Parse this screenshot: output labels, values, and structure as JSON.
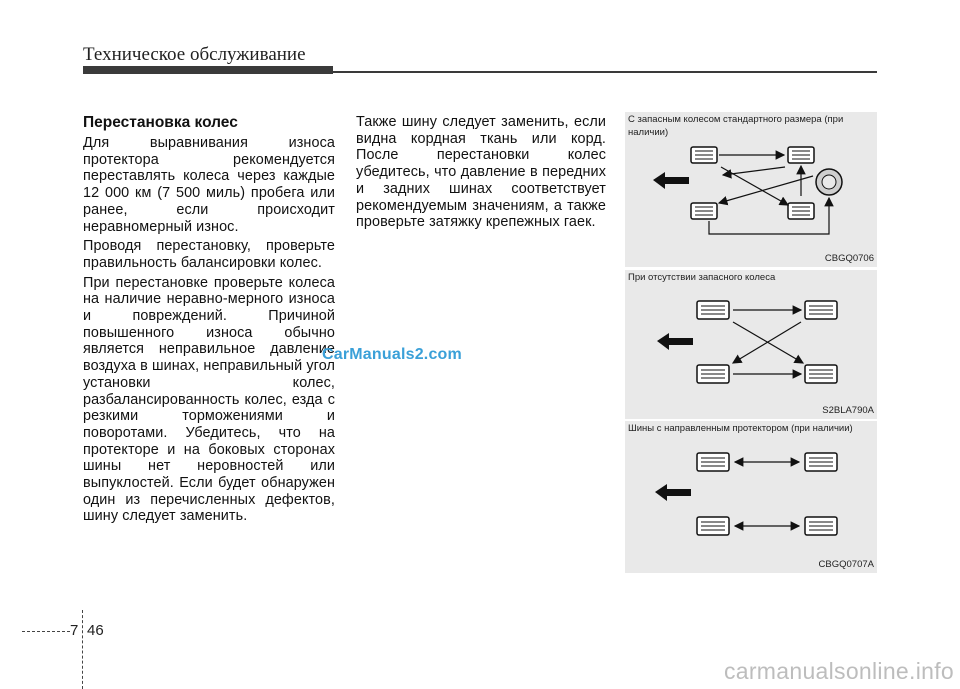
{
  "header": {
    "title": "Техническое обслуживание"
  },
  "section": {
    "title": "Перестановка колес",
    "left_paragraphs": [
      "Для выравнивания износа протектора рекомендуется переставлять колеса через каждые 12 000 км (7 500 миль) пробега или ранее, если происходит неравномерный износ.",
      "Проводя перестановку, проверьте правильность балансировки колес.",
      "При перестановке проверьте колеса на наличие неравно-мерного износа и повреждений. Причиной повышенного износа обычно является неправильное давление воздуха в шинах, неправильный угол установки колес, разбалансированность колес, езда с резкими торможениями и поворотами. Убедитесь, что на протекторе и на боковых сторонах шины нет неровностей или выпуклостей. Если будет обнаружен один из перечисленных дефектов, шину следует заменить."
    ],
    "right_paragraphs": [
      "Также шину следует заменить, если видна кордная ткань или корд. После перестановки колес убедитесь, что давление в передних и задних шинах соответствует рекомендуемым значениям, а также проверьте затяжку крепежных гаек."
    ]
  },
  "figures": [
    {
      "caption": "С запасным колесом стандартного размера (при наличии)",
      "code": "CBGQ0706"
    },
    {
      "caption": "При отсутствии запасного колеса",
      "code": "S2BLA790A"
    },
    {
      "caption": "Шины с направленным протектором (при наличии)",
      "code": "CBGQ0707A"
    }
  ],
  "watermark": "CarManuals2.com",
  "page": {
    "chapter": "7",
    "number": "46"
  },
  "footer": {
    "site": "carmanualsonline.info"
  },
  "colors": {
    "panel_bg": "#e9e9e9",
    "rule": "#3a3a3a",
    "watermark": "#3aa0d8"
  }
}
